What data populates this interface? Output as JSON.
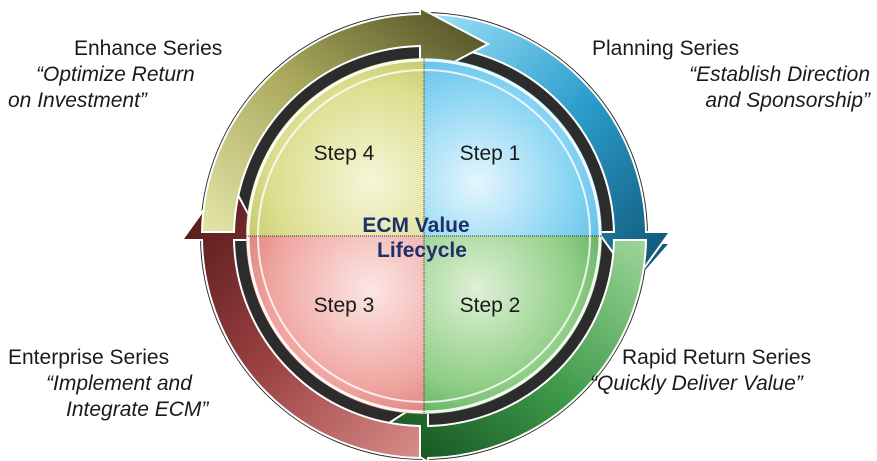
{
  "center": {
    "line1": "ECM Value",
    "line2": "Lifecycle"
  },
  "steps": [
    {
      "label": "Step 1",
      "color": "#8fd6f2"
    },
    {
      "label": "Step 2",
      "color": "#8ccc84"
    },
    {
      "label": "Step 3",
      "color": "#f0a6a2"
    },
    {
      "label": "Step 4",
      "color": "#d9de8c"
    }
  ],
  "series": {
    "planning": {
      "name": "Planning Series",
      "motto_line1": "“Establish Direction",
      "motto_line2": "and Sponsorship”",
      "color": "#1d7da6"
    },
    "rapid": {
      "name": "Rapid Return Series",
      "motto_line1": "“Quickly Deliver Value”",
      "color": "#2f8a3e"
    },
    "enterprise": {
      "name": "Enterprise Series",
      "motto_line1": "“Implement and",
      "motto_line2": "Integrate ECM”",
      "color": "#7a2a2a"
    },
    "enhance": {
      "name": "Enhance Series",
      "motto_line1": "“Optimize Return",
      "motto_line2": "on Investment”",
      "color": "#8a8a3a"
    }
  },
  "colors": {
    "center_text": "#1e2f6b",
    "ring_outline": "#ffffff"
  }
}
